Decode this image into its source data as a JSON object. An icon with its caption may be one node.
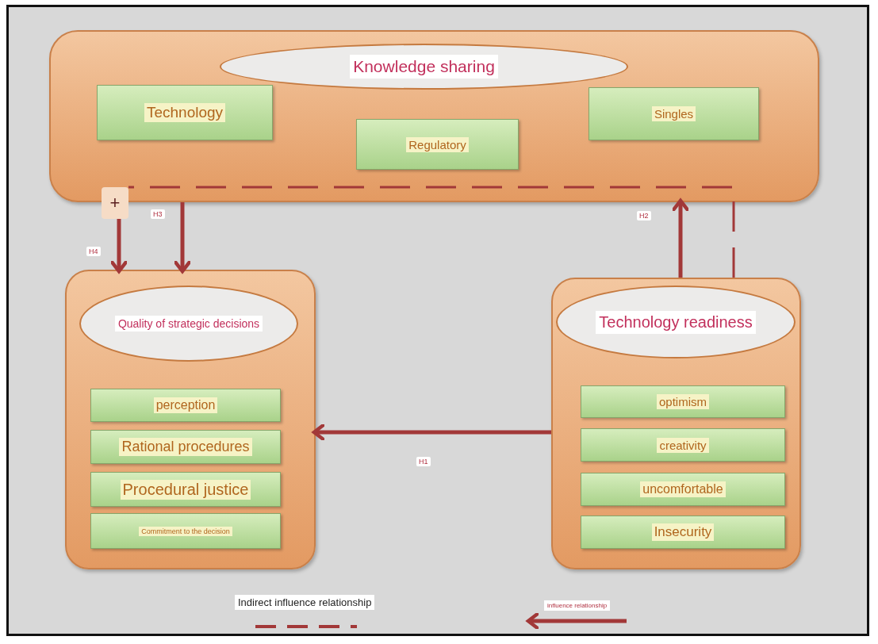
{
  "diagram": {
    "nodes": [
      {
        "text": [
          "Knowledge sharing"
        ]
      },
      {
        "text": [
          "Technology"
        ],
        "in": 0
      },
      {
        "text": [
          "Regulatory"
        ],
        "in": 0
      },
      {
        "text": [
          "Singles"
        ],
        "in": 0
      },
      {
        "text": [
          "Quality of strategic decisions"
        ]
      },
      {
        "text": [
          "perception"
        ],
        "in": 4
      },
      {
        "text": [
          "Rational procedures"
        ],
        "in": 4
      },
      {
        "text": [
          "Procedural justice"
        ],
        "in": 4
      },
      {
        "text": [
          "Commitment to the decision"
        ],
        "in": 4
      },
      {
        "text": [
          "Technology readiness"
        ]
      },
      {
        "text": [
          "optimism"
        ],
        "in": 9
      },
      {
        "text": [
          "creativity"
        ],
        "in": 9
      },
      {
        "text": [
          "uncomfortable"
        ],
        "in": 9
      },
      {
        "text": [
          "Insecurity"
        ],
        "in": 9
      },
      {
        "text": [
          "+"
        ]
      }
    ],
    "edges": [
      {
        "from": 9,
        "to": 4,
        "arrow": "to",
        "label": "H1"
      },
      {
        "from": 9,
        "to": 0,
        "arrow": "to",
        "label": "H2"
      },
      {
        "from": 0,
        "to": 4,
        "arrow": "to",
        "label": "H3"
      },
      {
        "from": 14,
        "to": 4,
        "arrow": "to",
        "label": "H4"
      },
      {
        "from": 9,
        "to": 14,
        "arrow": "none",
        "style": "dashed"
      }
    ],
    "legend": [
      {
        "text": "Indirect influence relationship"
      },
      {
        "text": "influence relationship"
      }
    ]
  }
}
